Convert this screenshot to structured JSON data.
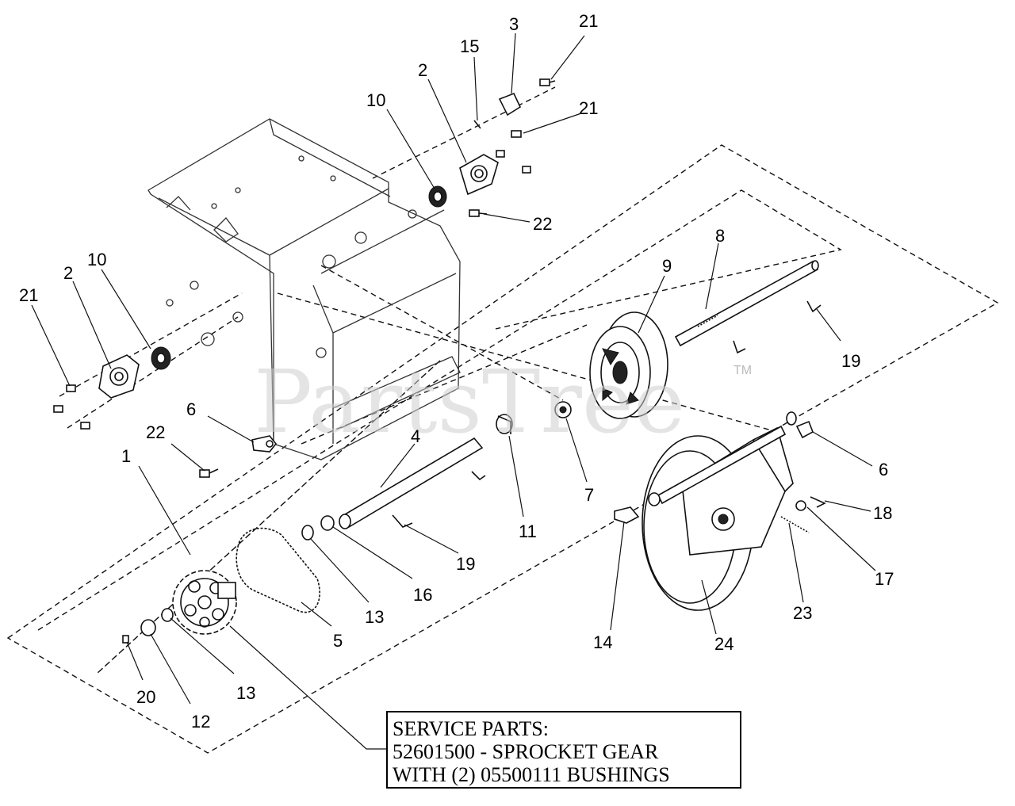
{
  "watermark": {
    "text": "PartsTree",
    "trademark": "TM"
  },
  "callouts": [
    "1",
    "2",
    "2",
    "3",
    "4",
    "5",
    "6",
    "6",
    "7",
    "8",
    "9",
    "10",
    "10",
    "11",
    "12",
    "13",
    "13",
    "14",
    "15",
    "16",
    "17",
    "18",
    "19",
    "19",
    "20",
    "21",
    "21",
    "21",
    "22",
    "22",
    "23",
    "24"
  ],
  "service_note": {
    "line1": "SERVICE PARTS:",
    "line2": "52601500 - SPROCKET GEAR",
    "line3": "WITH (2) 05500111 BUSHINGS"
  }
}
